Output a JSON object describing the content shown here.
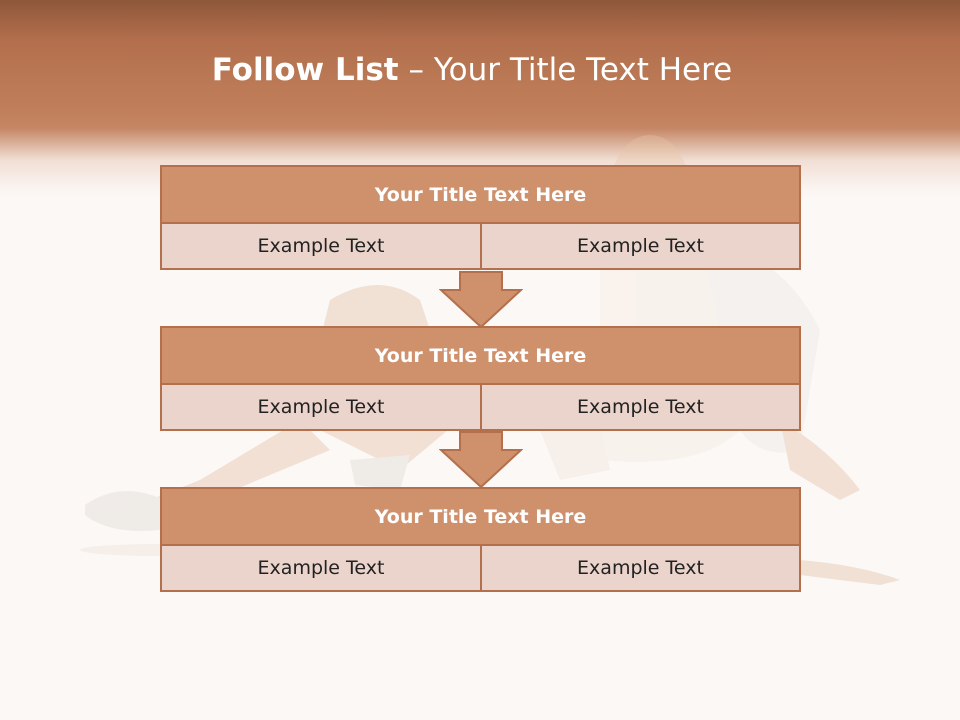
{
  "slide": {
    "title_bold": "Follow List",
    "title_rest": " – Your Title Text Here"
  },
  "steps": [
    {
      "title": "Your Title Text Here",
      "left": "Example Text",
      "right": "Example Text"
    },
    {
      "title": "Your Title Text Here",
      "left": "Example Text",
      "right": "Example Text"
    },
    {
      "title": "Your Title Text Here",
      "left": "Example Text",
      "right": "Example Text"
    }
  ],
  "colors": {
    "header": "#b36f4d",
    "box_title": "#cf906c",
    "box_cell": "#ebd4cb",
    "border": "#b46f4c"
  }
}
